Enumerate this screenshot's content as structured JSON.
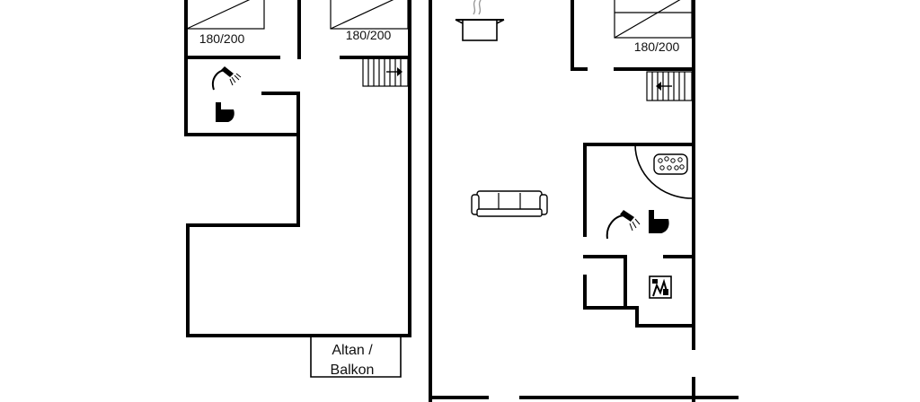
{
  "floorplan": {
    "left_unit": {
      "bedroom_1": {
        "bed_size": "180/200"
      },
      "bedroom_2": {
        "bed_size": "180/200"
      },
      "balcony": {
        "label_line1": "Altan /",
        "label_line2": "Balkon"
      }
    },
    "right_unit": {
      "bedroom": {
        "bed_size": "180/200"
      }
    },
    "icons": [
      "bed-icon",
      "shower-icon",
      "toilet-icon",
      "stairs-icon",
      "cooking-pot-icon",
      "sofa-icon",
      "whirlpool-icon",
      "washing-machine-icon"
    ]
  }
}
